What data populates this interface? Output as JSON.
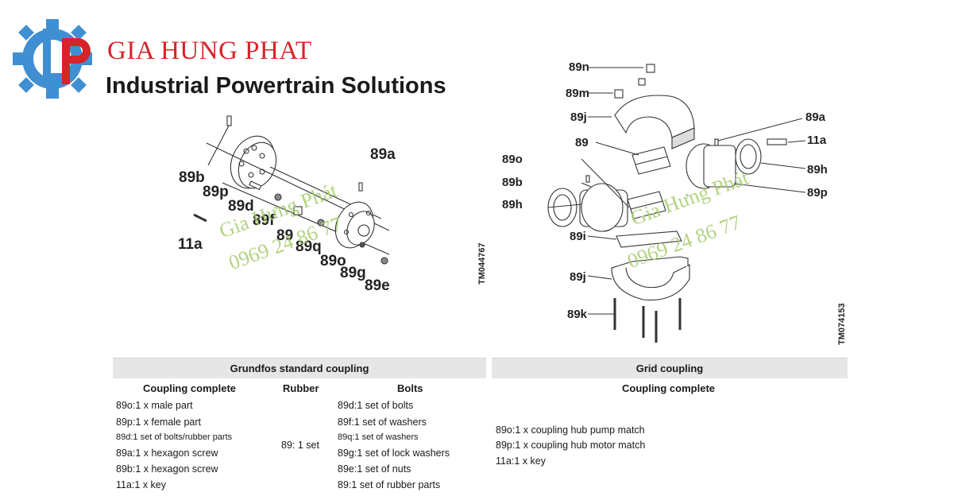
{
  "brand": {
    "name": "GIA HUNG PHAT",
    "tagline": "Industrial Powertrain Solutions",
    "colors": {
      "gear_blue": "#3f8fd2",
      "brand_red": "#d8232a",
      "watermark_green": "#a6cc6e"
    }
  },
  "watermark": {
    "name": "Gia Hưng Phát",
    "phone": "0969 24 86 77"
  },
  "diagram_left": {
    "labels": {
      "89b": "89b",
      "89p": "89p",
      "89d": "89d",
      "89f": "89f",
      "89": "89",
      "89q": "89q",
      "89o": "89o",
      "89g": "89g",
      "89e": "89e",
      "89a": "89a",
      "11a": "11a"
    },
    "drawing_id": "TM044767"
  },
  "diagram_right": {
    "labels": {
      "89n": "89n",
      "89m": "89m",
      "89j_top": "89j",
      "89": "89",
      "89o": "89o",
      "89b": "89b",
      "89h_left": "89h",
      "89i": "89i",
      "89j_bottom": "89j",
      "89k": "89k",
      "89a": "89a",
      "11a": "11a",
      "89h_right": "89h",
      "89p": "89p"
    },
    "drawing_id": "TM074153"
  },
  "table_standard": {
    "title": "Grundfos standard coupling",
    "columns": [
      "Coupling complete",
      "Rubber",
      "Bolts"
    ],
    "coupling_complete": [
      "89o:1 x male part",
      "89p:1 x female part",
      "89d:1 set of bolts/rubber parts",
      "89a:1 x hexagon screw",
      "89b:1 x hexagon screw",
      "11a:1 x key"
    ],
    "rubber": "89: 1 set",
    "bolts": [
      "89d:1 set of bolts",
      "89f:1 set of washers",
      "89q:1 set of washers",
      "89g:1 set of lock washers",
      "89e:1 set of nuts",
      "89:1 set of rubber parts"
    ]
  },
  "table_grid": {
    "title": "Grid coupling",
    "columns": [
      "Coupling complete"
    ],
    "coupling_complete": [
      "89o:1 x coupling hub pump match",
      "89p:1 x coupling hub motor match",
      "11a:1 x key"
    ]
  }
}
